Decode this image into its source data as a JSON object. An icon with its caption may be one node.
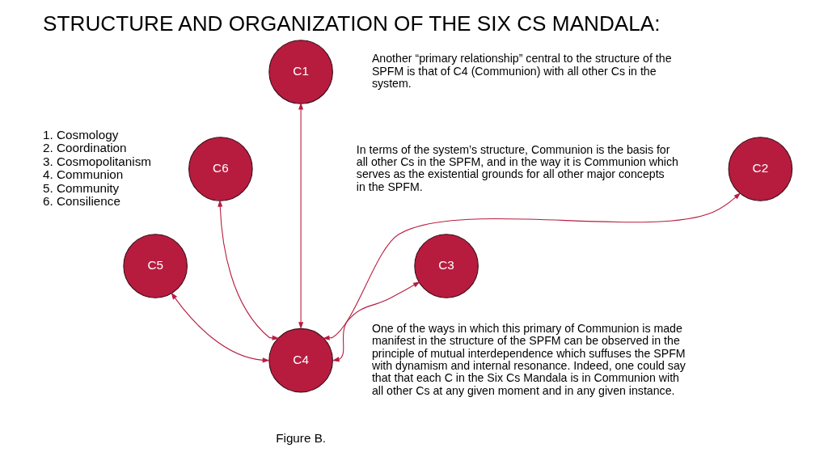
{
  "diagram": {
    "title": "STRUCTURE AND ORGANIZATION OF THE SIX CS MANDALA:",
    "caption": "Figure B.",
    "nodes": [
      {
        "text": [
          "C1"
        ]
      },
      {
        "text": [
          "C6"
        ]
      },
      {
        "text": [
          "C2"
        ]
      },
      {
        "text": [
          "C5"
        ]
      },
      {
        "text": [
          "C3"
        ]
      },
      {
        "text": [
          "C4"
        ]
      }
    ],
    "edges": [
      {
        "from": 5,
        "to": 0,
        "arrow": "both"
      },
      {
        "from": 5,
        "to": 2,
        "arrow": "both"
      },
      {
        "from": 5,
        "to": 4,
        "arrow": "both"
      },
      {
        "from": 5,
        "to": 3,
        "arrow": "both"
      },
      {
        "from": 5,
        "to": 1,
        "arrow": "both"
      }
    ],
    "labels": [
      "1. Cosmology",
      "2. Coordination",
      "3. Cosmopolitanism",
      "4. Communion",
      "5. Community",
      "6. Consilience",
      "Another “primary relationship” central to the structure of the SPFM is that of C4 (Communion) with all other Cs in the system.",
      "In terms of the system’s structure, Communion is the basis for all other Cs in the SPFM, and in the way it is Communion which serves as the existential grounds for all other major concepts in the SPFM.",
      "One of the ways in which this primary of Communion is made manifest in the structure of the SPFM can be observed in the principle of mutual interdependence which suffuses the SPFM with dynamism and internal resonance. Indeed, one could say that that each C in the Six Cs Mandala is in Communion with all other Cs at any given moment and in any given instance."
    ]
  }
}
